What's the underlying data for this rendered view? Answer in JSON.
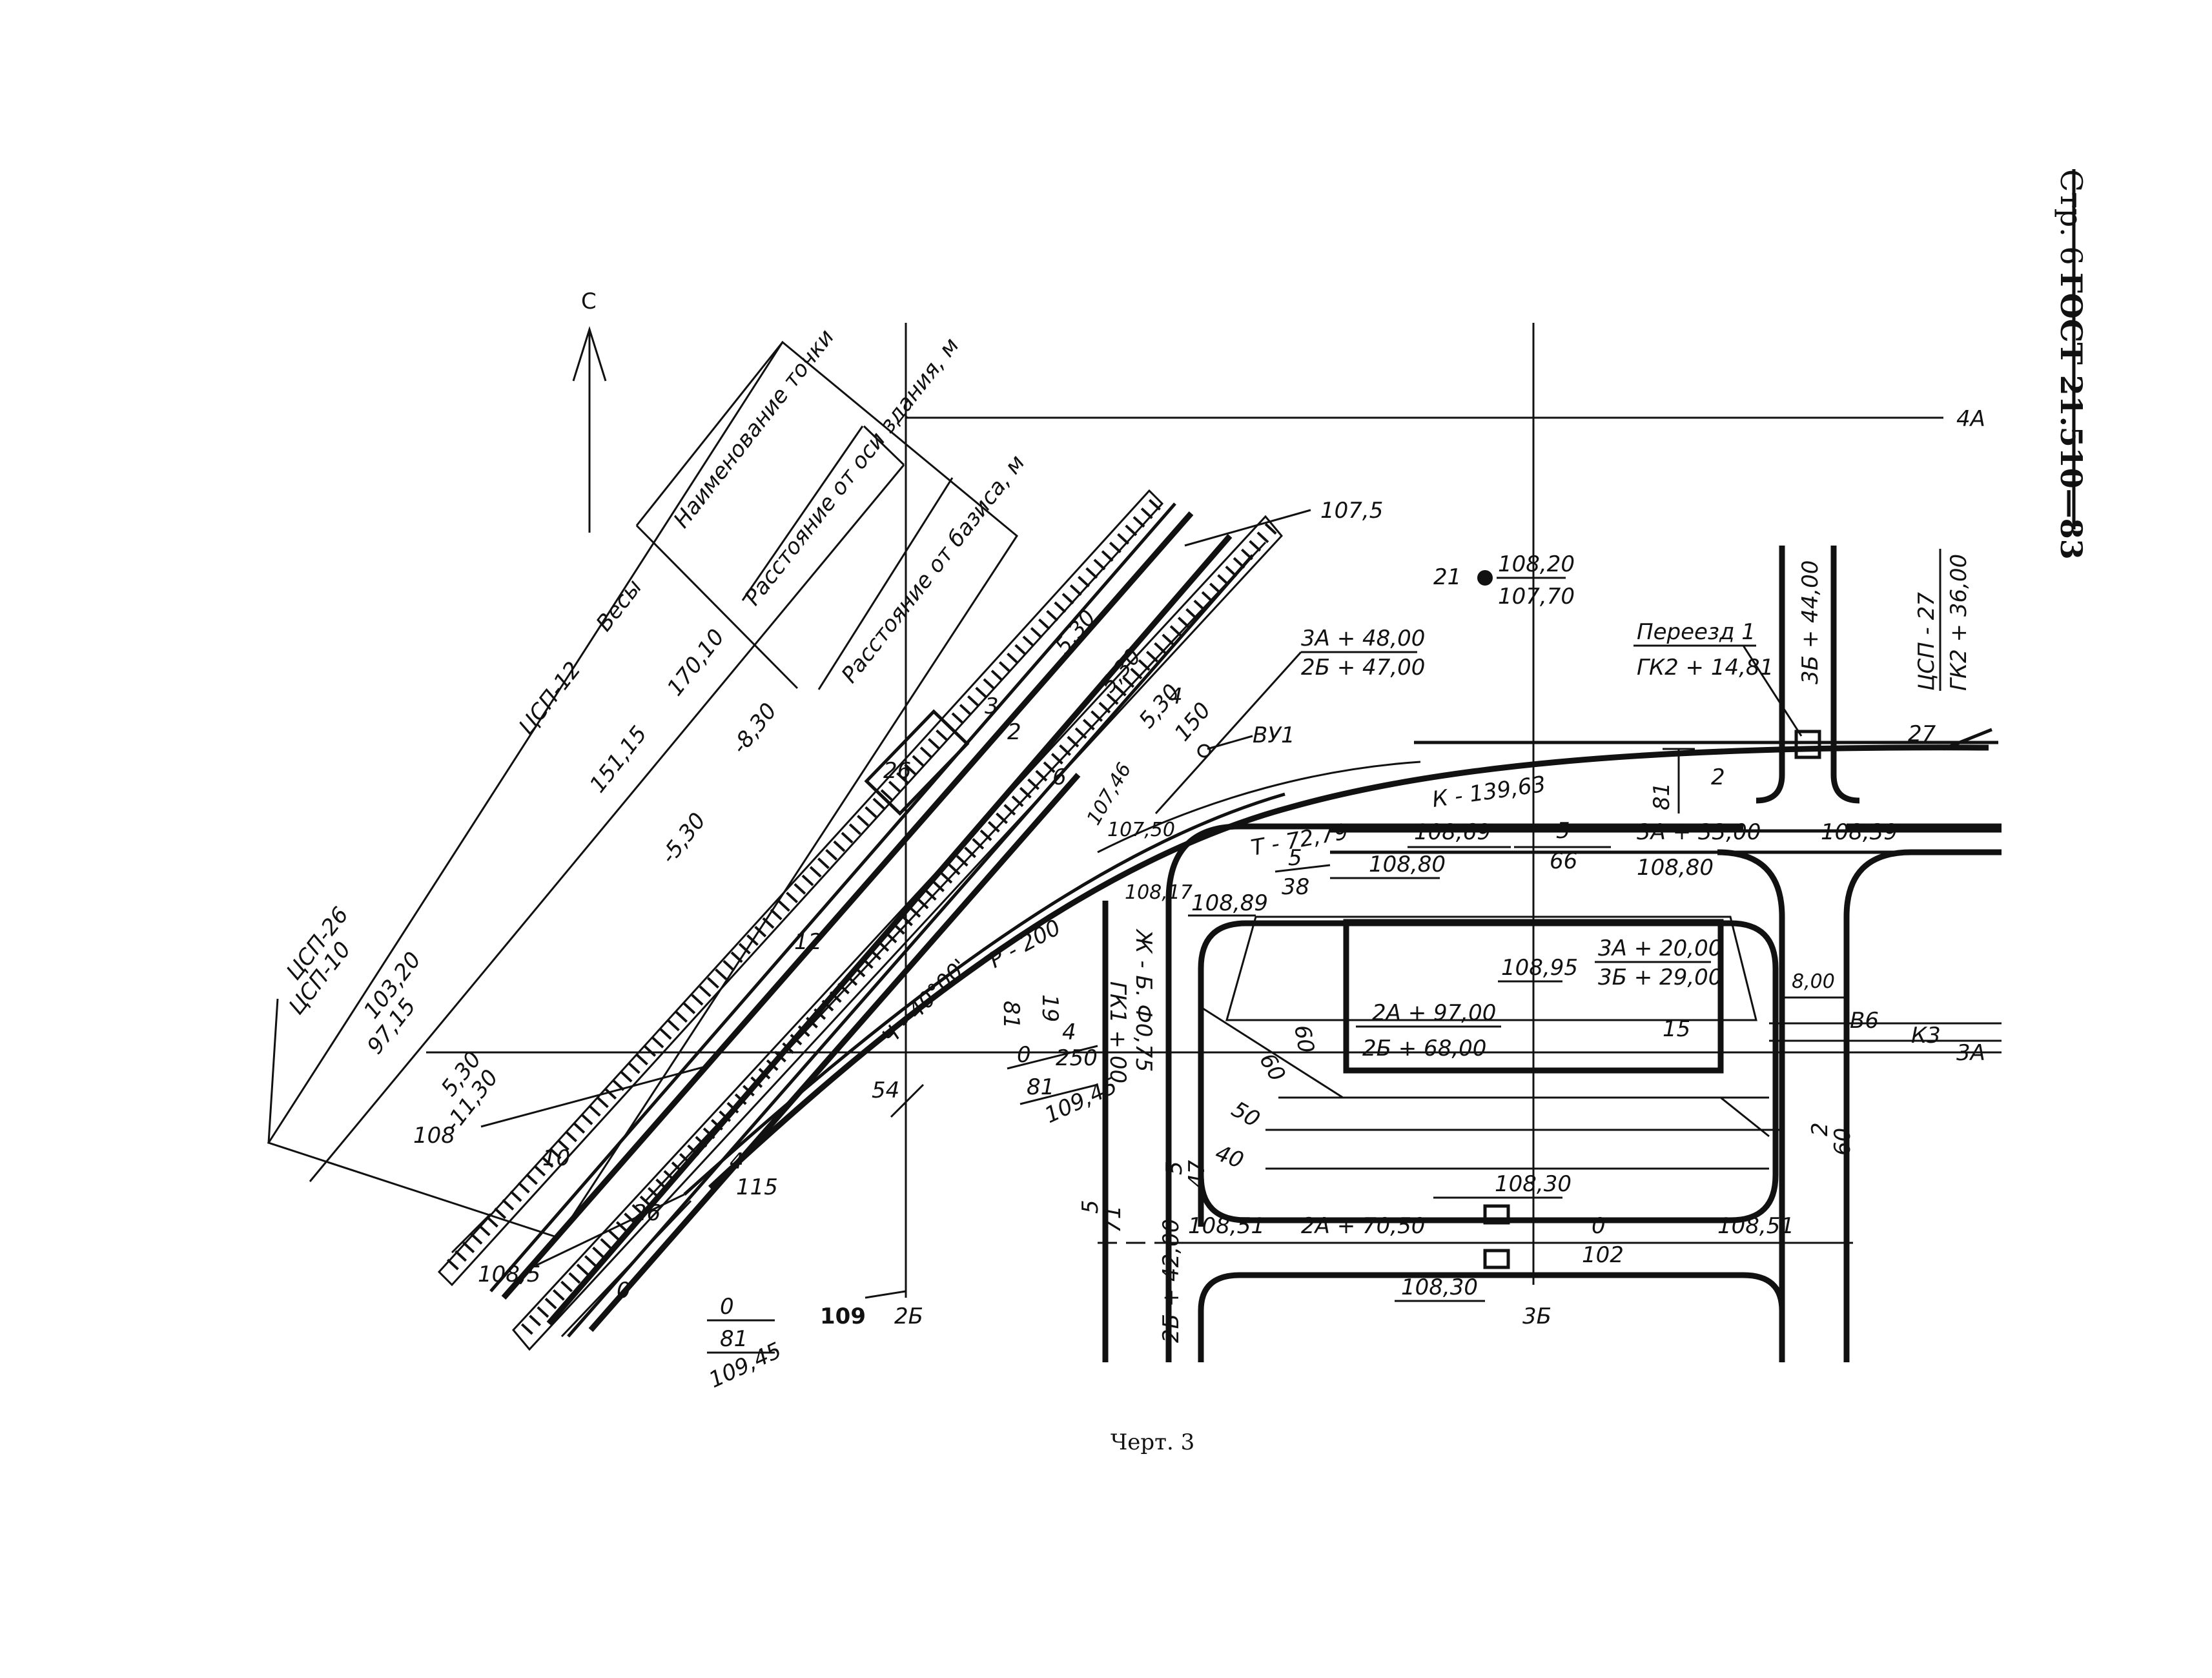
{
  "header": {
    "page": "Стр. 6",
    "standard": "ГОСТ 21.510—83"
  },
  "north_label": "С",
  "table": {
    "col_name": "Наименование точки",
    "col_axis": "Расстояние от оси здания, м",
    "col_basis": "Расстояние от базиса, м",
    "rows": [
      {
        "name": "Весы",
        "axis": "170,10",
        "basis": "-8,30"
      },
      {
        "name": "ЦСП-12",
        "axis": "151,15",
        "basis": "-5,30"
      },
      {
        "name1": "ЦСП-26",
        "name2": "ЦСП-10",
        "axis1": "103,20",
        "axis2": "97,15",
        "basis1": "5,30",
        "basis2": "-11,30"
      }
    ]
  },
  "axes": {
    "a4": "4А",
    "a3": "3А",
    "b2": "2Б",
    "b3": "3Б"
  },
  "tracks": {
    "t3": "3",
    "t2": "2",
    "t6": "6",
    "t4": "4",
    "t0": "0",
    "t26": "26"
  },
  "labels": {
    "elev_1075": "107,5",
    "dist_530a": "5,30",
    "dist_530b": "5,30",
    "dist_530c": "5,30",
    "num_150": "150",
    "num_12": "12",
    "num_10": "10",
    "num_108": "108",
    "num_1085": "108,5",
    "num_109": "109",
    "num_115": "115",
    "num_4": "4",
    "num_26": "26",
    "num_54": "54",
    "b1_3a": "3А + 48,00",
    "b1_2b": "2Б + 47,00",
    "vu1": "ВУ1",
    "well_no": "21",
    "well_top": "108,20",
    "well_bot": "107,70",
    "crossing": "Переезд 1",
    "crossing_pk": "ГК2 + 14,81",
    "csp27": "ЦСП - 27",
    "csp27_pk": "ГК2 + 36,00",
    "road_3b44": "3Б + 44,00",
    "n27": "27",
    "n81a": "81",
    "n2": "2",
    "k_curve": "К - 139,63",
    "t_curve": "Т - 72,79",
    "e10746": "107,46",
    "e10750": "107,50",
    "e10817": "108,17",
    "e10869": "108,69",
    "e10880a": "108,80",
    "e10880b": "108,80",
    "e10889": "108,89",
    "e10839": "108,39",
    "n5a": "5",
    "n66": "66",
    "n5b": "5",
    "n38": "38",
    "p3a33": "3А + 33,00",
    "r200": "Р - 200",
    "angle": "Ч - 40°00'",
    "pipe": "Ж - Б. Ф0,75",
    "gk100": "ГК1 + 00",
    "n81b": "81",
    "n19": "19",
    "n4b": "4",
    "n0a": "0",
    "n250": "250",
    "n81c": "81",
    "e10945a": "109,45",
    "n0b": "0",
    "n81d": "81",
    "e10945b": "109,45",
    "e10895": "108,95",
    "p3a20": "3А + 20,00",
    "p3b29": "3Б + 29,00",
    "p2a97": "2А + 97,00",
    "p2b68": "2Б + 68,00",
    "n15": "15",
    "n60a": "60",
    "n60b": "60",
    "n50": "50",
    "n40": "40",
    "n800": "8,00",
    "v6": "В6",
    "k3": "К3",
    "n2b": "2",
    "n60c": "60",
    "n5c": "5",
    "n47": "47",
    "n5d": "5",
    "n71": "71",
    "e10830a": "108,30",
    "e10830b": "108,30",
    "e10851a": "108,51",
    "e10851b": "108,51",
    "p2a70": "2А + 70,50",
    "n0c": "0",
    "n102": "102",
    "p2b42": "2Б + 42,00",
    "caption": "Черт. 3"
  }
}
